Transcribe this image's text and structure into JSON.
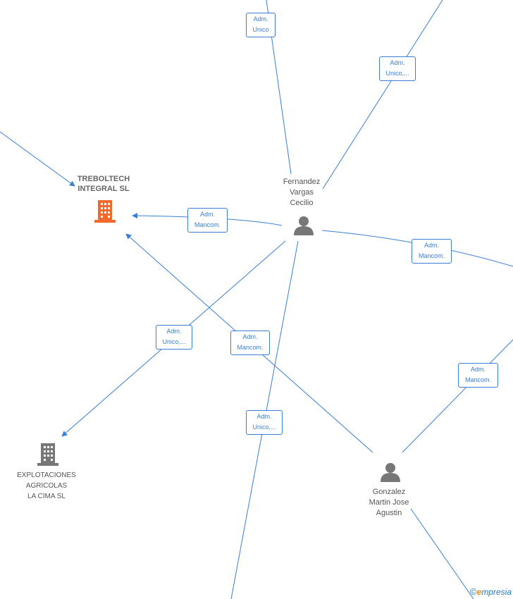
{
  "nodes": {
    "company_main": {
      "label_lines": [
        "TREBOLTECH",
        "INTEGRAL  SL"
      ],
      "color": "#f26a2b",
      "icon": "building-icon"
    },
    "company_other": {
      "label_lines": [
        "EXPLOTACIONES",
        "AGRICOLAS",
        "LA CIMA  SL"
      ],
      "color": "#777777",
      "icon": "building-icon"
    },
    "person_fernandez": {
      "label_lines": [
        "Fernandez",
        "Vargas",
        "Cecilio"
      ],
      "color": "#777777",
      "icon": "person-icon"
    },
    "person_gonzalez": {
      "label_lines": [
        "Gonzalez",
        "Martin Jose",
        "Agustin"
      ],
      "color": "#777777",
      "icon": "person-icon"
    }
  },
  "edge_labels": [
    [
      "Adm.",
      "Unico"
    ],
    [
      "Adm.",
      "Unico,..."
    ],
    [
      "Adm.",
      "Mancom."
    ],
    [
      "Adm.",
      "Mancom."
    ],
    [
      "Adm.",
      "Unico,..."
    ],
    [
      "Adm.",
      "Mancom."
    ],
    [
      "Adm.",
      "Mancom."
    ],
    [
      "Adm.",
      "Unico,..."
    ]
  ],
  "brand": {
    "copyright": "©",
    "first_letter": "e",
    "rest": "mpresia"
  },
  "colors": {
    "edge": "#3a7fd5"
  }
}
